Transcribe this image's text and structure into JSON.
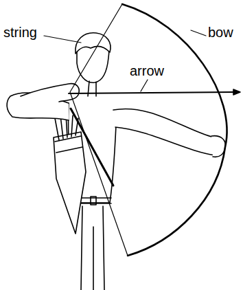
{
  "diagram": {
    "labels": [
      "string",
      "bow",
      "arrow"
    ]
  }
}
